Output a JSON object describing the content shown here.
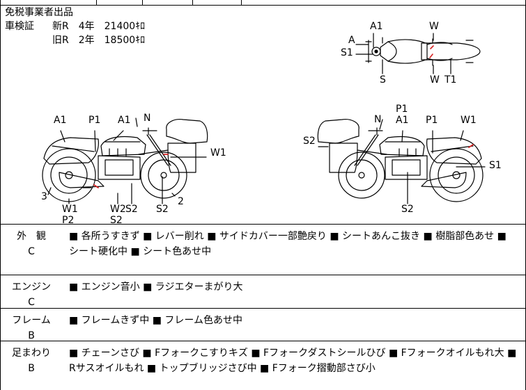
{
  "header": {
    "seller": "免税事業者出品",
    "inspection_label": "車検証",
    "new_reg": "新R　4年　21400ｷﾛ",
    "old_reg": "旧R　2年　18500ｷﾛ"
  },
  "top_view_labels": [
    "A1",
    "W",
    "A",
    "S1",
    "S",
    "W",
    "T1"
  ],
  "left_view_labels": [
    "A1",
    "P1",
    "A1",
    "N",
    "W1",
    "3",
    "W1",
    "P2",
    "W2",
    "S2",
    "S2",
    "S2",
    "2"
  ],
  "right_view_labels": [
    "P1",
    "N",
    "A1",
    "P1",
    "W1",
    "S2",
    "S1",
    "S2"
  ],
  "colors": {
    "line": "#000000",
    "damage_mark": "#d62020"
  },
  "conditions": [
    {
      "category": "外　観",
      "grade": "C",
      "text": "■ 各所うすきず ■ レバー削れ ■ サイドカバー一部艶戻り ■ シートあんこ抜き ■ 樹脂部色あせ ■ シート硬化中 ■ シート色あせ中"
    },
    {
      "category": "エンジン",
      "grade": "C",
      "text": "■ エンジン音小 ■ ラジエターまがり大"
    },
    {
      "category": "フレーム",
      "grade": "B",
      "text": "■ フレームきず中 ■ フレーム色あせ中"
    },
    {
      "category": "足まわり",
      "grade": "B",
      "text": "■ チェーンさび ■ Fフォークこすりキズ ■ Fフォークダストシールひび ■ Fフォークオイルもれ大 ■ Rサスオイルもれ ■ トップブリッジさび中 ■ Fフォーク摺動部さび小"
    }
  ]
}
